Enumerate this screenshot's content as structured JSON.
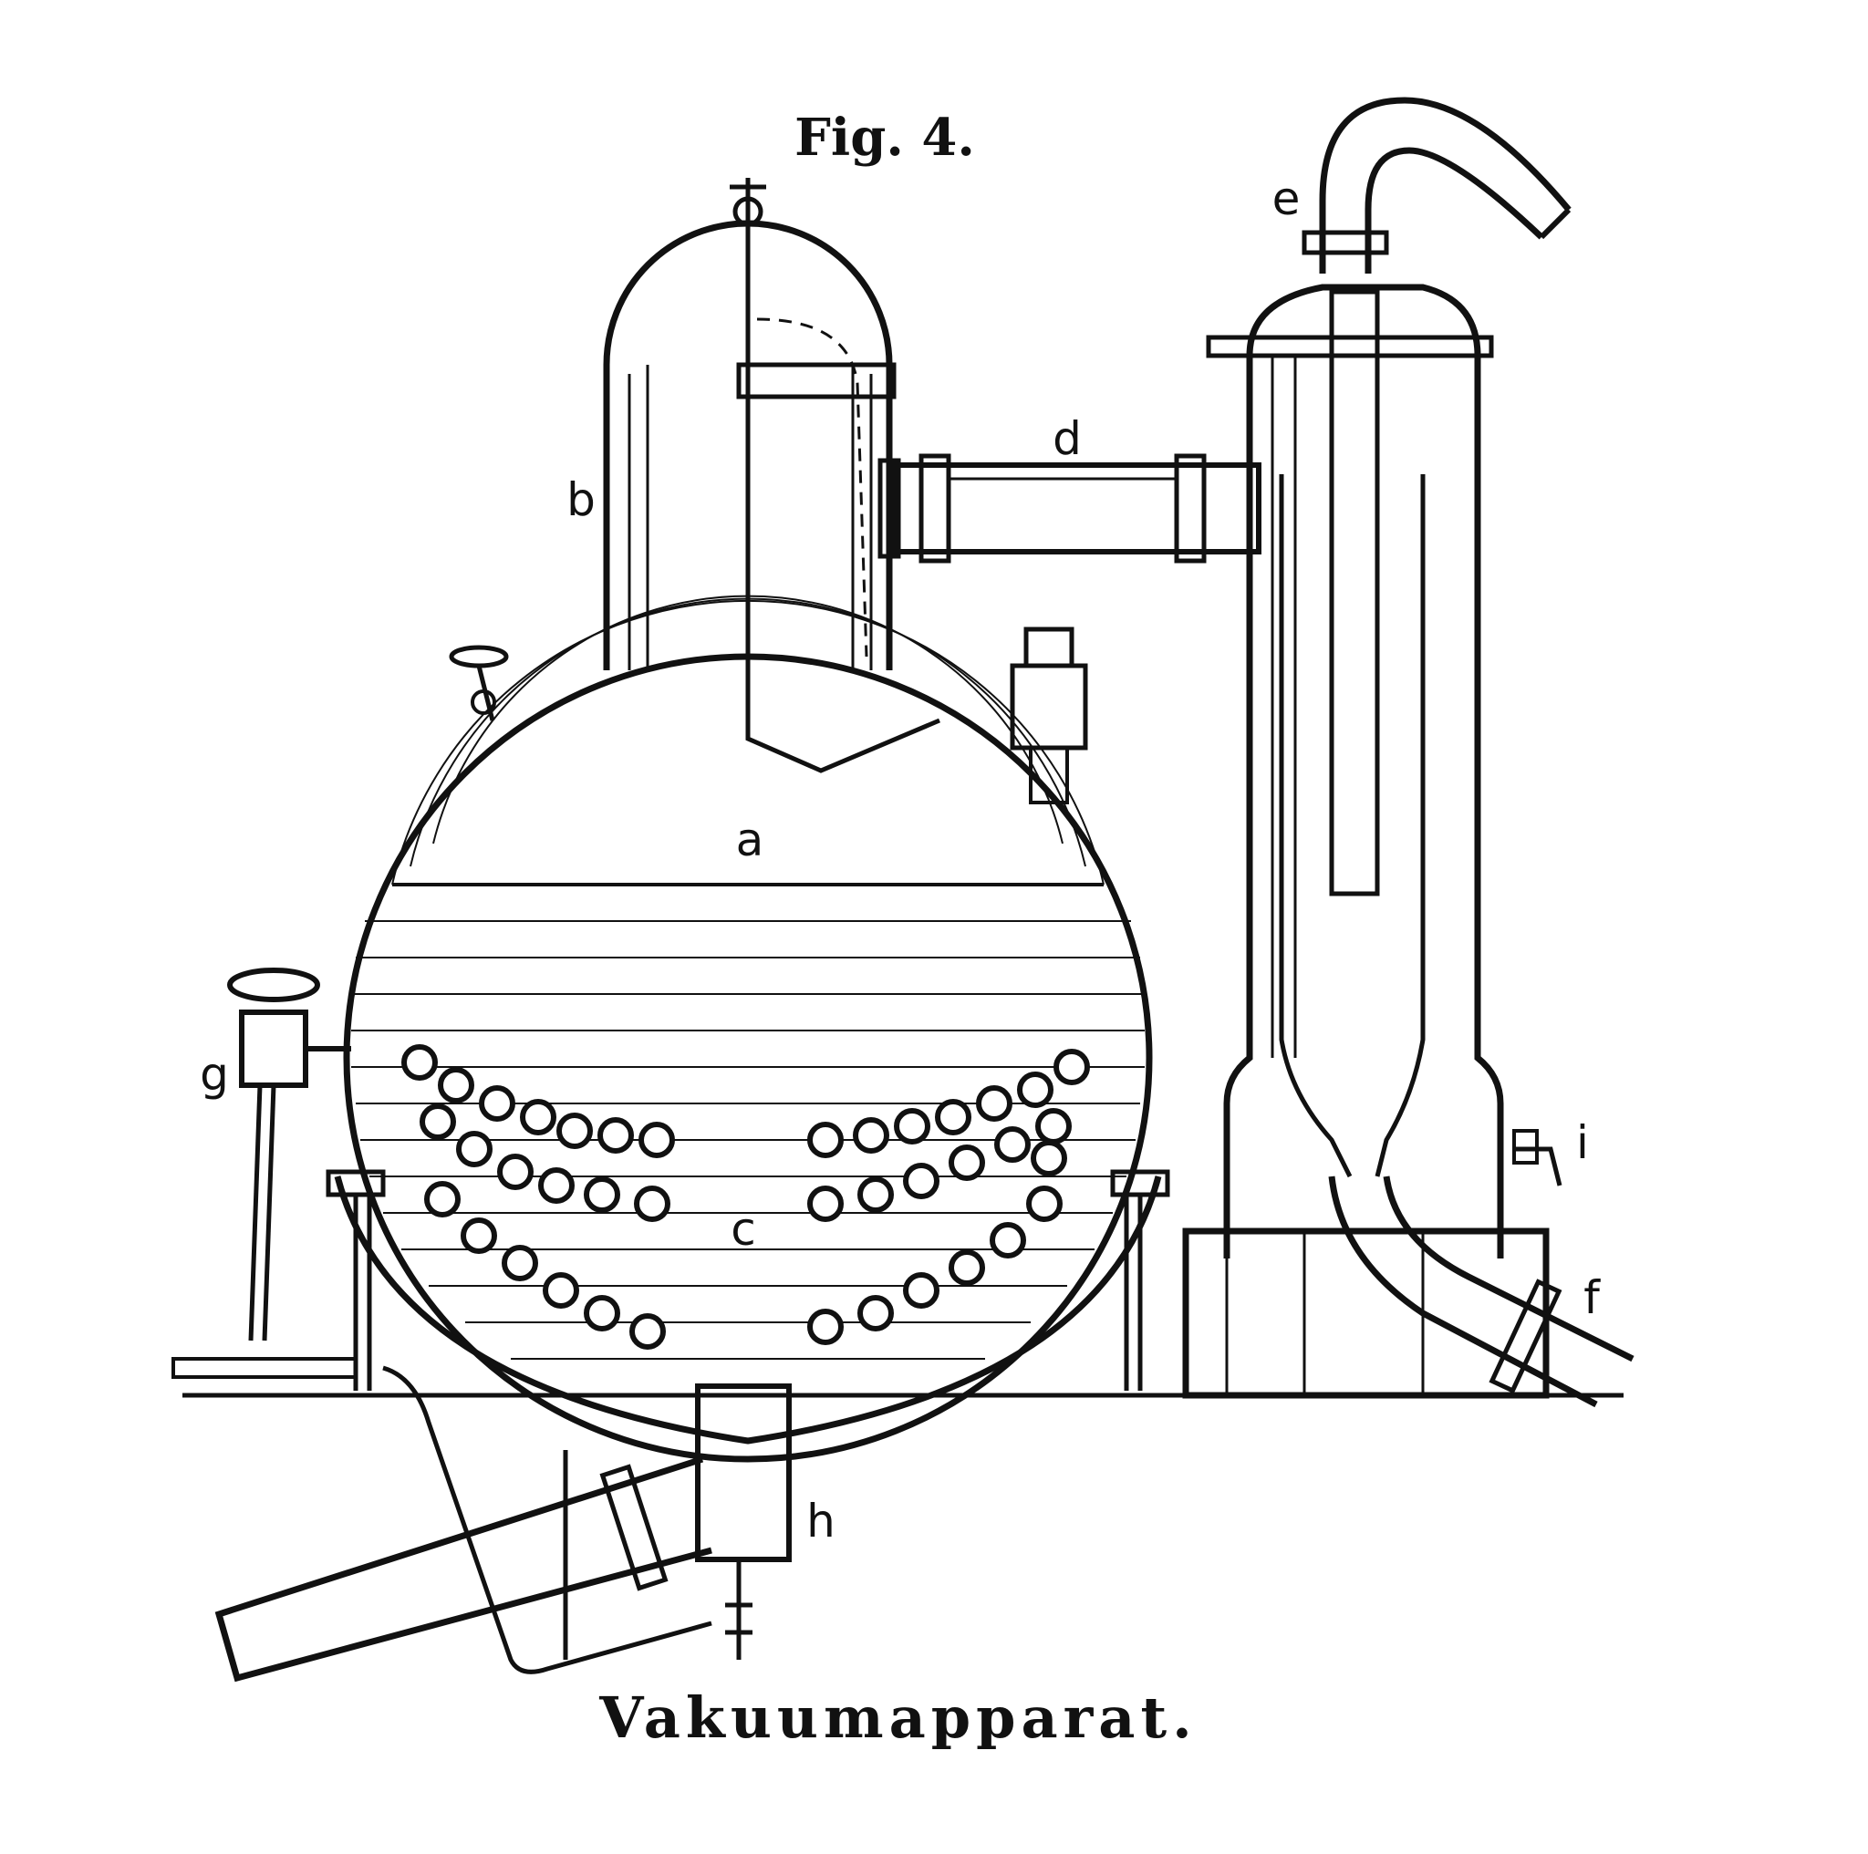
{
  "figure": {
    "number": "Fig. 4.",
    "caption": "Vakuumapparat."
  },
  "labels": {
    "a": "a",
    "b": "b",
    "c": "c",
    "d": "d",
    "e": "e",
    "f": "f",
    "g": "g",
    "h": "h",
    "i": "i"
  },
  "colors": {
    "ink": "#111111",
    "paper": "#ffffff"
  }
}
